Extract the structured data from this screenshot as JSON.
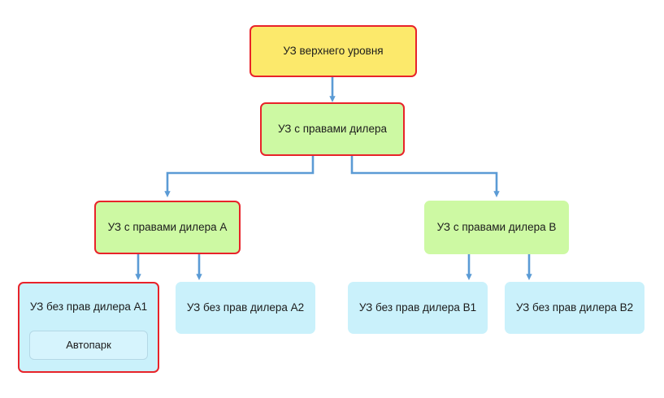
{
  "diagram": {
    "title_text": "",
    "colors": {
      "yellow_fill": "#fce96b",
      "green_fill": "#cdf9a3",
      "blue_fill": "#caf1fb",
      "highlight_border": "#e8232a",
      "connector": "#5b9bd5",
      "subbox_fill": "#d6f4fd",
      "subbox_border": "#b4d8e6",
      "background": "#ffffff"
    },
    "nodes": {
      "top": {
        "label": "УЗ верхнего уровня"
      },
      "dealer": {
        "label": "УЗ с правами дилера"
      },
      "dealer_a": {
        "label": "УЗ с правами дилера A"
      },
      "dealer_b": {
        "label": "УЗ с правами дилера B"
      },
      "a1": {
        "label": "УЗ без прав дилера A1",
        "child_label": "Автопарк"
      },
      "a2": {
        "label": "УЗ без прав дилера A2"
      },
      "b1": {
        "label": "УЗ без прав дилера B1"
      },
      "b2": {
        "label": "УЗ без прав дилера B2"
      }
    }
  }
}
